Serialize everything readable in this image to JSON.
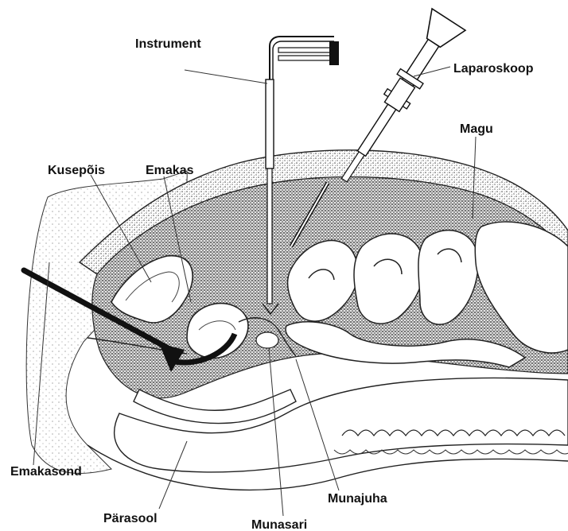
{
  "labels": {
    "instrument": "Instrument",
    "laparoskoop": "Laparoskoop",
    "magu": "Magu",
    "kusepois": "Kusepõis",
    "emakas": "Emakas",
    "emakasond": "Emakasond",
    "parasool": "Pärasool",
    "munajuha": "Munajuha",
    "munasari": "Munasari"
  },
  "colors": {
    "ink": "#111111",
    "stipple": "#555555",
    "paper": "#ffffff"
  }
}
